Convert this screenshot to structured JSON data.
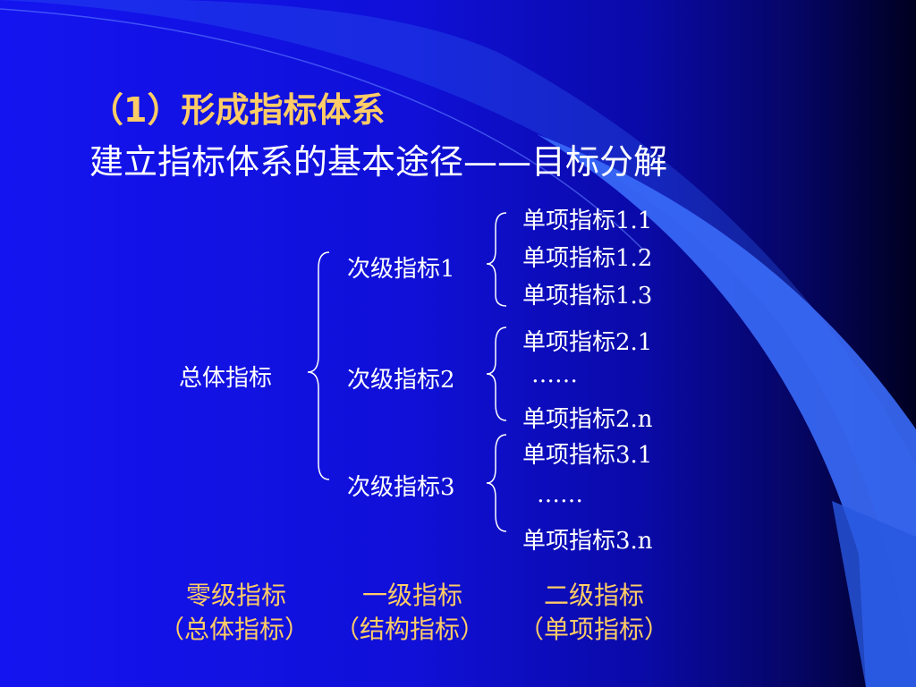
{
  "title": {
    "line1": "（1）形成指标体系",
    "line2": "建立指标体系的基本途径——目标分解"
  },
  "tree": {
    "root": "总体指标",
    "secondary": [
      "次级指标1",
      "次级指标2",
      "次级指标3"
    ],
    "items": {
      "g1": [
        "单项指标1.1",
        "单项指标1.2",
        "单项指标1.3"
      ],
      "g2": [
        "单项指标2.1",
        "……",
        "单项指标2.n"
      ],
      "g3": [
        "单项指标3.1",
        "……",
        "单项指标3.n"
      ]
    }
  },
  "levels": {
    "zero": "零级指标",
    "zero_sub": "（总体指标）",
    "one": "一级指标",
    "one_sub": "（结构指标）",
    "two": "二级指标",
    "two_sub": "（单项指标）"
  },
  "colors": {
    "title_accent": "#ffcc66",
    "text": "#ffffff",
    "background": "#1414f0"
  }
}
